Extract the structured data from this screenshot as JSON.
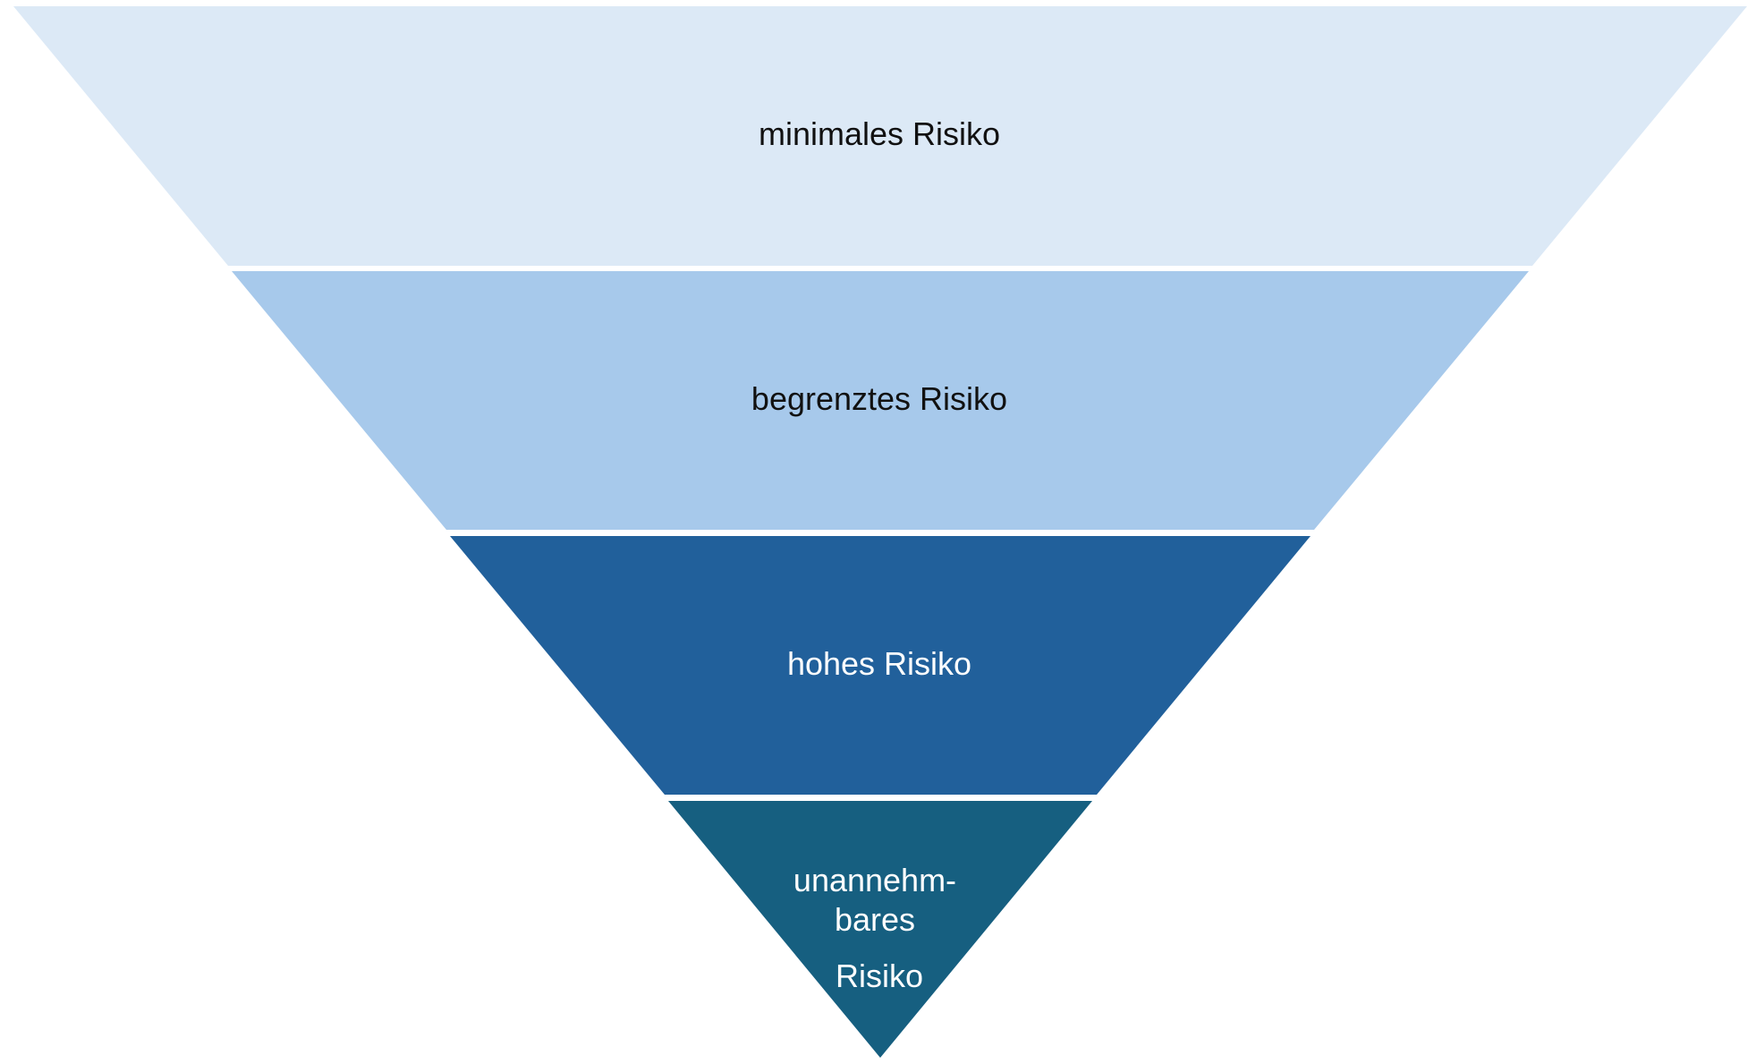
{
  "diagram": {
    "tiers": [
      {
        "label_lines": [
          "minimales Risiko"
        ],
        "fill": "#DCE9F6",
        "text_color": "#111111"
      },
      {
        "label_lines": [
          "begrenztes Risiko"
        ],
        "fill": "#A7C9EB",
        "text_color": "#111111"
      },
      {
        "label_lines": [
          "hohes Risiko"
        ],
        "fill": "#21609B",
        "text_color": "#FFFFFF"
      },
      {
        "label_lines": [
          "unannehm-",
          "bares",
          "Risiko"
        ],
        "fill": "#165F80",
        "text_color": "#FFFFFF"
      }
    ]
  }
}
